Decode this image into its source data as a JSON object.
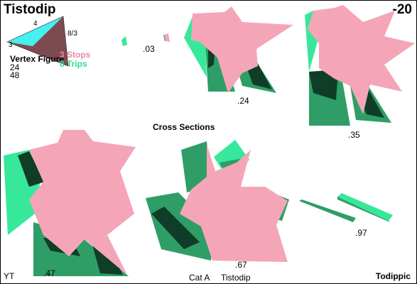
{
  "header": {
    "title": "Tistodip",
    "code": "-20"
  },
  "vertex_figure": {
    "title": "Vertex Figure",
    "edge_labels": [
      "4",
      "8/3",
      "3"
    ],
    "values": [
      "24",
      "48"
    ]
  },
  "stats": {
    "stops_label": "3 Stops",
    "trips_label": "8 Trips"
  },
  "cross_sections": {
    "heading": "Cross Sections",
    "labels": [
      ".03",
      ".24",
      ".35",
      ".47",
      ".67",
      ".97"
    ]
  },
  "footer": {
    "left": "YT",
    "category": "Cat A",
    "name": "Tistodip",
    "right": "Todippic"
  },
  "colors": {
    "pink": "#f4a6b8",
    "green": "#2e9e66",
    "light_green": "#37e89a",
    "dark_green": "#0f3d27",
    "cyan": "#45f0ee",
    "maroon": "#7e4a52",
    "stops_text": "#e88aa6",
    "trips_text": "#2fdc8c"
  }
}
